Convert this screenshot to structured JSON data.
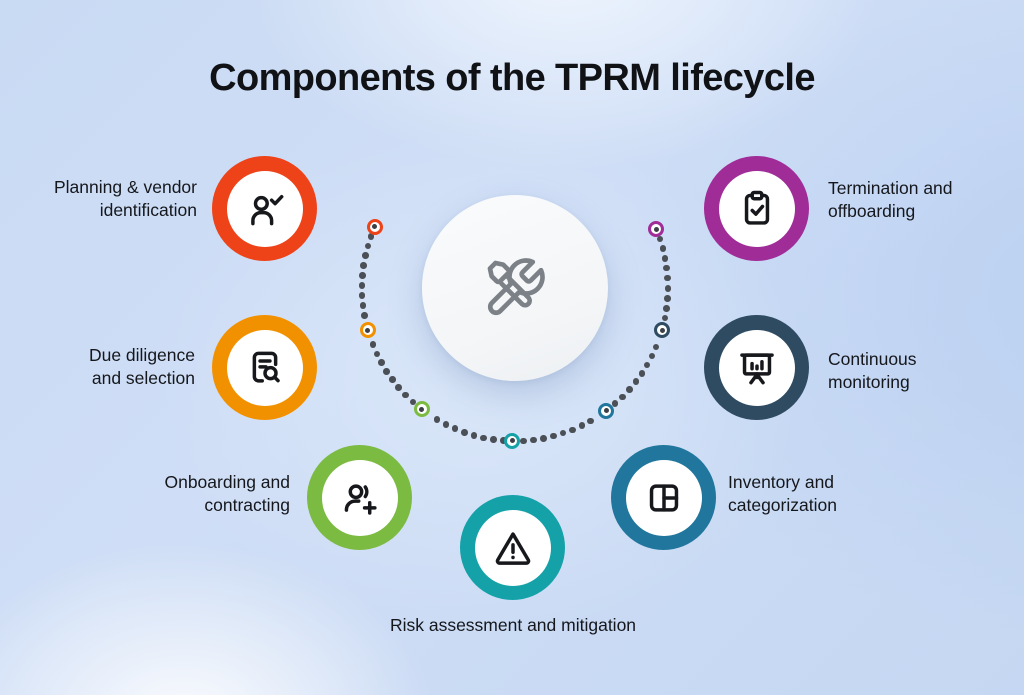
{
  "title": "Components of the TPRM lifecycle",
  "center": {
    "icon": "tools-icon",
    "icon_color": "#7c8187",
    "bg": "#f5f6f8"
  },
  "arc": {
    "small_dot_color": "#4b4f56"
  },
  "nodes": [
    {
      "label": "Planning & vendor identification",
      "color": "#ee4218",
      "icon": "user-check-icon"
    },
    {
      "label": "Due diligence and selection",
      "color": "#f29100",
      "icon": "document-search-icon"
    },
    {
      "label": "Onboarding and contracting",
      "color": "#7cbb42",
      "icon": "user-plus-icon"
    },
    {
      "label": "Risk assessment and mitigation",
      "color": "#14a1a8",
      "icon": "alert-triangle-icon"
    },
    {
      "label": "Inventory and categorization",
      "color": "#20769c",
      "icon": "layout-columns-icon"
    },
    {
      "label": "Continuous monitoring",
      "color": "#2e4b62",
      "icon": "presentation-chart-icon"
    },
    {
      "label": "Termination and offboarding",
      "color": "#a02c97",
      "icon": "clipboard-check-icon"
    }
  ]
}
